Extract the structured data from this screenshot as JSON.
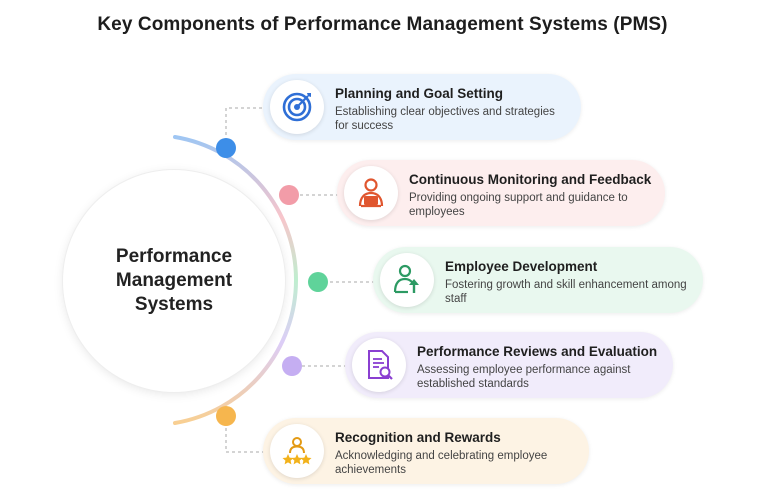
{
  "title": "Key Components of Performance Management Systems (PMS)",
  "center": {
    "label": "Performance\nManagement\nSystems"
  },
  "components": [
    {
      "title": "Planning and Goal Setting",
      "description": "Establishing clear objectives and strategies for success",
      "icon": "target-icon",
      "accent": "#3d8ee8",
      "background": "#eaf3fd"
    },
    {
      "title": "Continuous Monitoring and Feedback",
      "description": "Providing ongoing support and guidance to employees",
      "icon": "monitor-person-icon",
      "accent": "#f29ca8",
      "background": "#fdeeee"
    },
    {
      "title": "Employee Development",
      "description": "Fostering growth and skill enhancement among staff",
      "icon": "growth-person-icon",
      "accent": "#5fd39a",
      "background": "#e9f8ef"
    },
    {
      "title": "Performance Reviews and Evaluation",
      "description": "Assessing employee performance against established standards",
      "icon": "document-search-icon",
      "accent": "#c5aef2",
      "background": "#f1ecfb"
    },
    {
      "title": "Recognition and Rewards",
      "description": "Acknowledging  and celebrating employee achievements",
      "icon": "award-stars-icon",
      "accent": "#f6b64e",
      "background": "#fdf3e4"
    }
  ]
}
